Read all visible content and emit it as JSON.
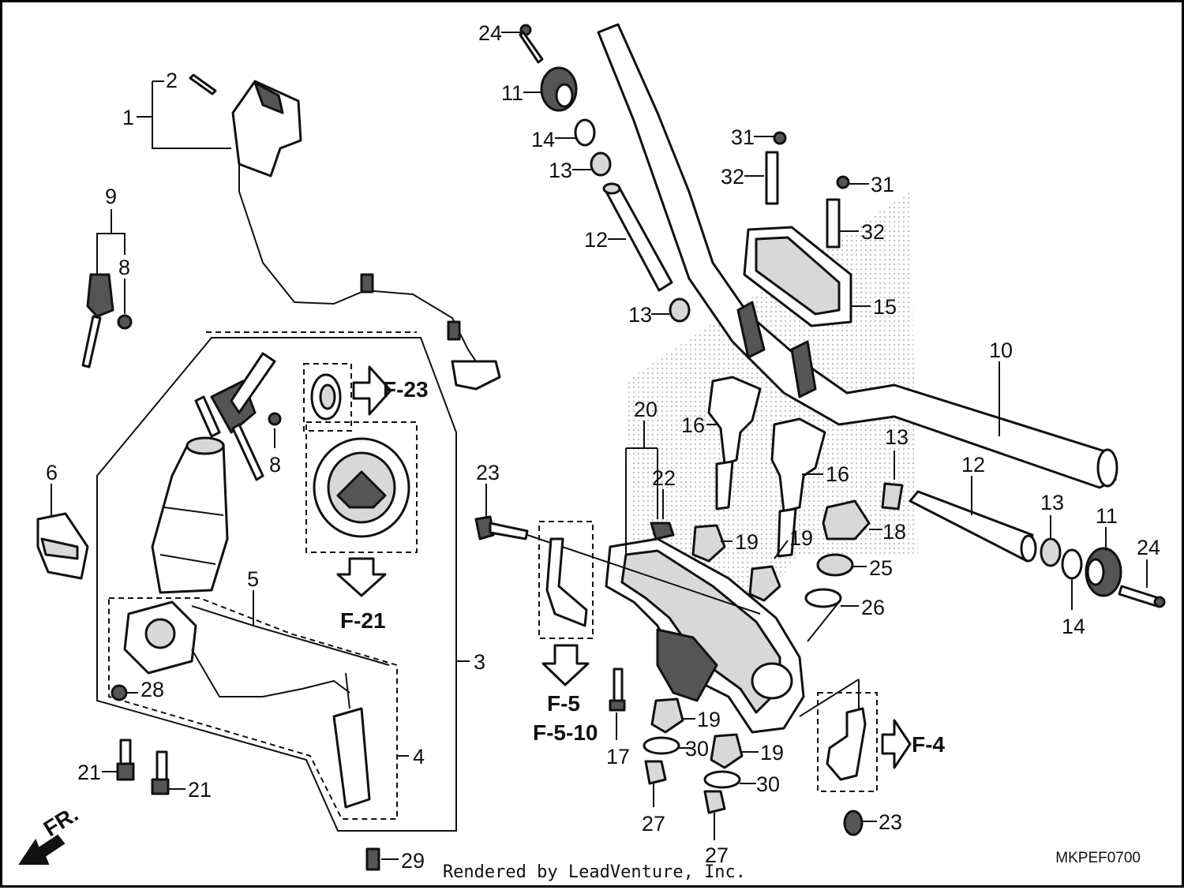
{
  "diagram": {
    "code": "MKPEF0700",
    "credit": "Rendered by LeadVenture, Inc.",
    "direction_label": "FR.",
    "callouts": {
      "c1": "1",
      "c2": "2",
      "c3": "3",
      "c4": "4",
      "c5": "5",
      "c6": "6",
      "c8a": "8",
      "c8b": "8",
      "c9": "9",
      "c10": "10",
      "c11a": "11",
      "c11b": "11",
      "c12a": "12",
      "c12b": "12",
      "c13a": "13",
      "c13b": "13",
      "c13c": "13",
      "c13d": "13",
      "c14a": "14",
      "c14b": "14",
      "c15": "15",
      "c16a": "16",
      "c16b": "16",
      "c17": "17",
      "c18": "18",
      "c19a": "19",
      "c19b": "19",
      "c19c": "19",
      "c19d": "19",
      "c20": "20",
      "c21a": "21",
      "c21b": "21",
      "c22": "22",
      "c23a": "23",
      "c23b": "23",
      "c24a": "24",
      "c24b": "24",
      "c25": "25",
      "c26": "26",
      "c27a": "27",
      "c27b": "27",
      "c28": "28",
      "c29": "29",
      "c30a": "30",
      "c30b": "30",
      "c31a": "31",
      "c31b": "31",
      "c32a": "32",
      "c32b": "32"
    },
    "references": {
      "f23": "F-23",
      "f21": "F-21",
      "f5": "F-5",
      "f510": "F-5-10",
      "f4": "F-4"
    }
  }
}
